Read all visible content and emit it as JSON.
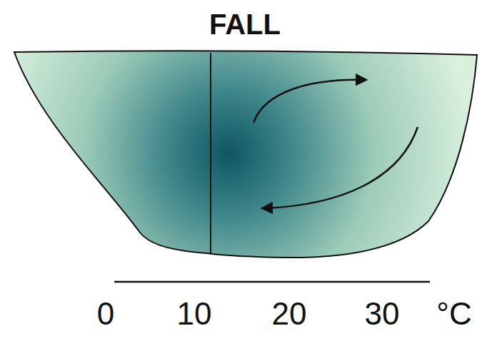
{
  "diagram": {
    "title": "FALL",
    "labels": [
      "0",
      "10",
      "20",
      "30",
      "°C"
    ]
  }
}
